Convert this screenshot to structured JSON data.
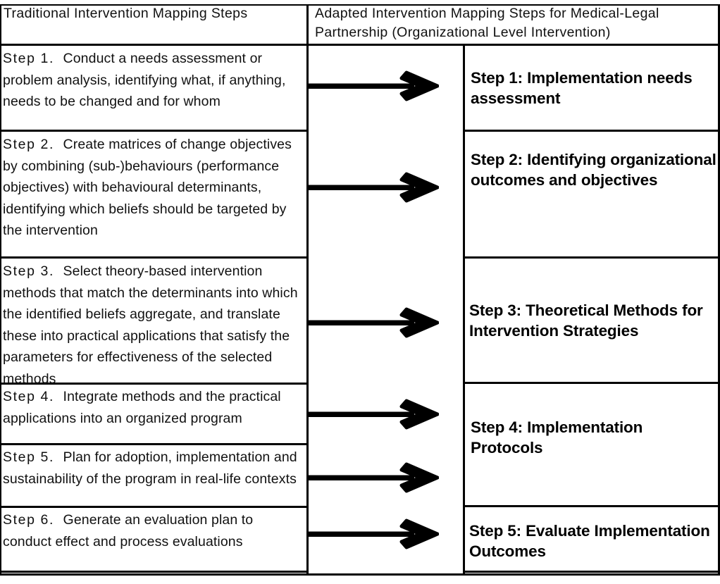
{
  "figure": {
    "type": "two-column-comparison-table",
    "title": "Traditional vs Adapted Intervention Mapping Steps"
  },
  "header": {
    "left_column": "Traditional Intervention Mapping Steps",
    "right_column_line1": "Adapted Intervention Mapping Steps for Medical-Legal",
    "right_column_line2": "Partnership (Organizational Level Intervention)"
  },
  "traditional_steps": [
    {
      "label": "Step 1.",
      "text": "Conduct a needs assessment or problem analysis, identifying what, if anything, needs to be changed and for whom"
    },
    {
      "label": "Step 2.",
      "text": "Create matrices of change objectives by combining (sub-)behaviours (performance objectives) with behavioural determinants, identifying which beliefs should be targeted by the intervention"
    },
    {
      "label": "Step 3.",
      "text": "Select theory-based intervention methods that match the determinants into which the identified beliefs aggregate, and translate these into practical applications that satisfy the parameters for effectiveness of the selected methods"
    },
    {
      "label": "Step 4.",
      "text": "Integrate methods and the practical applications into an organized program"
    },
    {
      "label": "Step 5.",
      "text": "Plan for adoption, implementation and sustainability of the program in real-life contexts"
    },
    {
      "label": "Step 6.",
      "text": "Generate an evaluation plan to conduct effect and process evaluations"
    }
  ],
  "adapted_steps": [
    {
      "text": "Step 1: Implementation needs assessment"
    },
    {
      "text": "Step 2: Identifying organizational outcomes and objectives"
    },
    {
      "text": "Step 3: Theoretical Methods for Intervention Strategies"
    },
    {
      "text": "Step 4: Implementation Protocols"
    },
    {
      "text": "Step 5: Evaluate Implementation Outcomes"
    }
  ],
  "arrows": [
    {
      "from": "Step 1.",
      "to": "Step 1: Implementation needs assessment"
    },
    {
      "from": "Step 2.",
      "to": "Step 2: Identifying organizational outcomes and objectives"
    },
    {
      "from": "Step 3.",
      "to": "Step 3: Theoretical Methods for Intervention Strategies"
    },
    {
      "from": "Step 4.",
      "to": "Step 4: Implementation Protocols"
    },
    {
      "from": "Step 5.",
      "to": "Step 4: Implementation Protocols"
    },
    {
      "from": "Step 6.",
      "to": "Step 5: Evaluate Implementation Outcomes"
    }
  ],
  "colors": {
    "line": "#000000",
    "text": "#111111",
    "background": "#ffffff"
  }
}
